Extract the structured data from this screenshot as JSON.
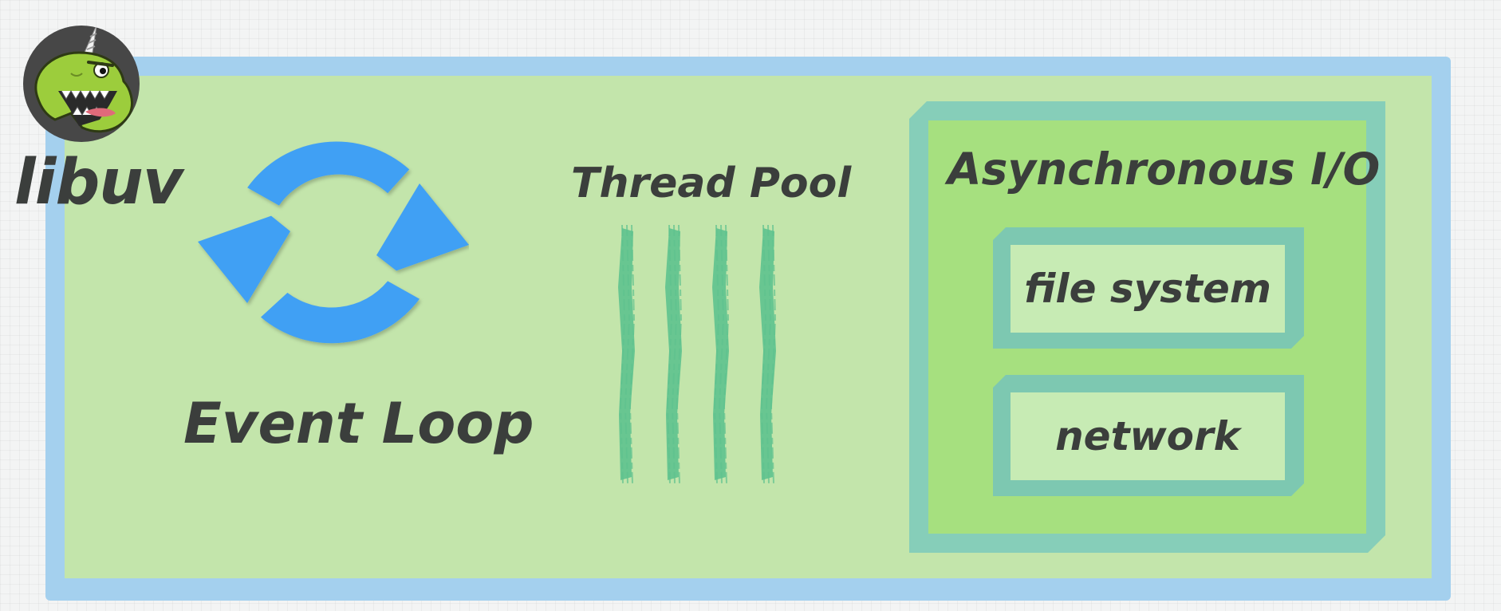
{
  "title": "libuv",
  "event_loop": {
    "label": "Event Loop",
    "icon": "refresh-icon",
    "color": "#41a0f4"
  },
  "thread_pool": {
    "label": "Thread Pool",
    "thread_count": 4,
    "thread_color": "#5ec28e"
  },
  "async_io": {
    "label": "Asynchronous I/O",
    "modules": [
      {
        "label": "file system"
      },
      {
        "label": "network"
      }
    ]
  },
  "logo": {
    "icon": "trex-unicorn-icon"
  },
  "colors": {
    "background": "#f3f4f4",
    "outer_frame": "#a4d0ee",
    "outer_panel": "#c3e5ab",
    "async_frame": "#86ceb9",
    "async_panel": "#a6e07f",
    "module_frame": "#7dc8b1",
    "module_panel": "#c7ebb4",
    "text": "#3b3e3c"
  }
}
